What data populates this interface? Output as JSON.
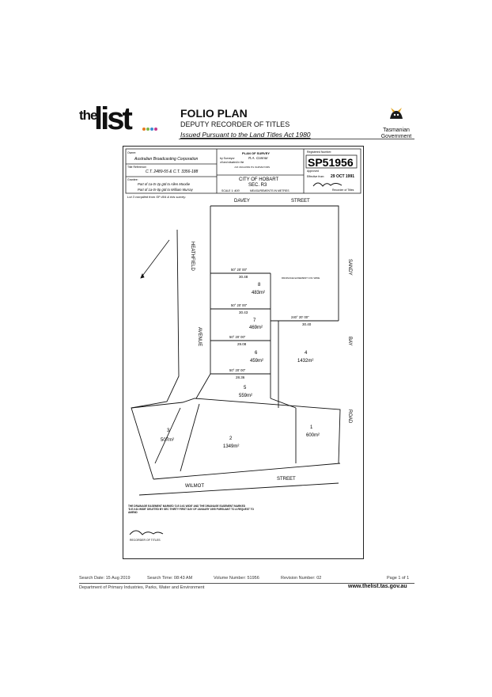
{
  "header": {
    "logo_the": "the",
    "logo_list": "list",
    "title": "FOLIO PLAN",
    "subtitle": "DEPUTY RECORDER OF TITLES",
    "act": "Issued Pursuant to the Land Titles Act 1980",
    "gov_line1": "Tasmanian",
    "gov_line2": "Government"
  },
  "plan": {
    "owner_label": "Owner:",
    "owner": "Australian Broadcasting Corporation",
    "title_ref_label": "Title Reference:",
    "title_ref": "C.T. 2489-55 & C.T. 3356-188",
    "grantee_label": "Grantee:",
    "grantee1": "Part of 1a-0r-2p gtd to Allen Moodie",
    "grantee2": "Part of 1a-0r-0p gtd to William Murray",
    "plan_of_survey": "PLAN OF SURVEY",
    "surveyor_by": "by Surveyor",
    "surveyor_name": "R.A. Connor",
    "situated": "of land situated in the",
    "survey_firm": "J.M. McGUINN P/L SURVEYORS",
    "city": "CITY OF HOBART",
    "sec": "SEC. R3",
    "scale_label": "SCALE 1:",
    "scale_value": "400",
    "measure": "MEASUREMENTS IN METRES",
    "reg_label": "Registered Number:",
    "reg_number": "SP51956",
    "approved_label": "Approved",
    "effective_label": "Effective from:",
    "effective_date": "29 OCT 1991",
    "recorder": "Recorder of Titles",
    "compiled_note": "Lot 3 compiled from SP 404 & this survey.",
    "streets": {
      "davey": "DAVEY",
      "davey_st": "STREET",
      "heathfield": "HEATHFIELD",
      "avenue": "AVENUE",
      "sandy": "SANDY",
      "bay": "BAY",
      "road": "ROAD",
      "wilmot": "WILMOT",
      "wilmot_st": "STREET"
    },
    "lots": [
      {
        "no": "8",
        "area": "483m²"
      },
      {
        "no": "7",
        "area": "469m²"
      },
      {
        "no": "6",
        "area": "459m²"
      },
      {
        "no": "5",
        "area": "559m²"
      },
      {
        "no": "4",
        "area": "1432m²"
      },
      {
        "no": "3",
        "area": "507m²"
      },
      {
        "no": "2",
        "area": "1349m²"
      },
      {
        "no": "1",
        "area": "600m²"
      }
    ],
    "dims": {
      "d1": "30.48",
      "d2": "30.43",
      "d3": "29.08",
      "d4": "28.36",
      "d5": "30.40",
      "b1": "50° 20' 00\"",
      "b2": "50° 20' 00\"",
      "b3": "50° 20' 00\"",
      "b4": "50° 20' 00\"",
      "b5": "240° 20' 00\"",
      "easement": "DRAINAGE EASEMENT 0.61 WIDE"
    },
    "easement_note": "THE DRAINAGE EASEMENT MARKED 'D.E.0.61 WIDE' AND THE DRAINAGE EASEMENT MARKED 'D.E.0.61 WIDE' DELETED BY SEC THIRTY FIRST DAY OF JANUARY 1995 PURSUANT TO A REQUEST TO AMEND",
    "recorder_sig": "RECORDER OF TITLES"
  },
  "footer": {
    "search_date": "Search Date: 15 Aug 2019",
    "search_time": "Search Time: 08:43 AM",
    "volume": "Volume Number: 51956",
    "revision": "Revision Number: 02",
    "page": "Page 1 of 1",
    "department": "Department of Primary Industries, Parks, Water and Environment",
    "website": "www.thelist.tas.gov.au"
  }
}
